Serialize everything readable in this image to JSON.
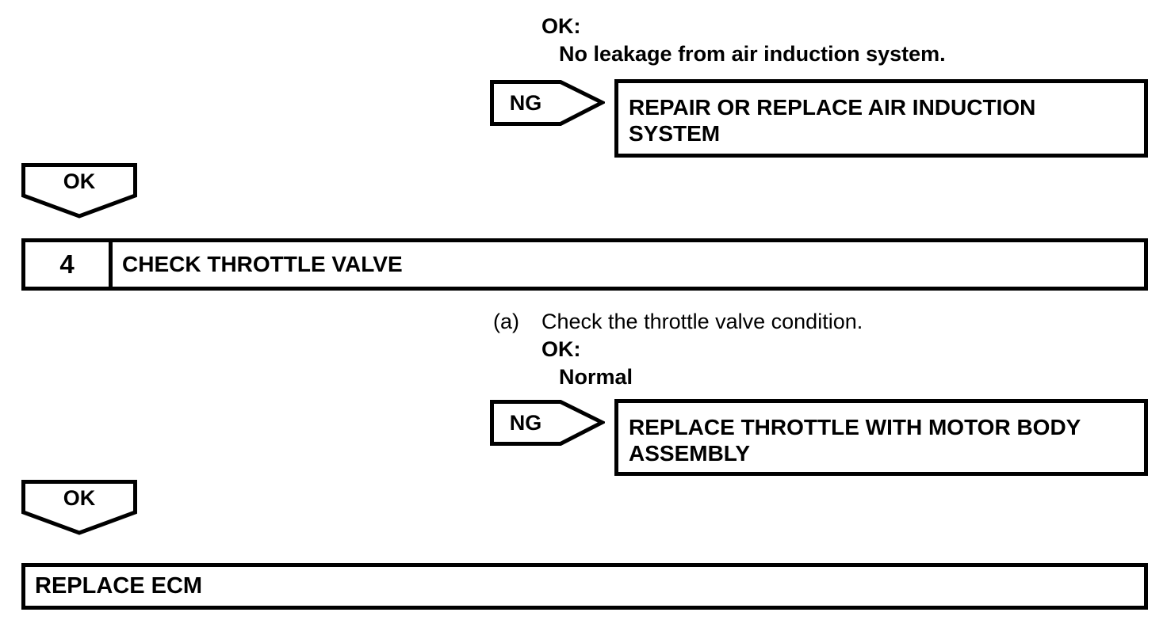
{
  "page": {
    "background": "#ffffff",
    "ink": "#000000"
  },
  "step3_result": {
    "ok_heading": "OK:",
    "ok_condition": "No leakage from air induction system.",
    "ng_connector_label": "NG",
    "ng_action_lines": [
      "REPAIR OR REPLACE AIR INDUCTION",
      "SYSTEM"
    ],
    "ok_connector_label": "OK"
  },
  "step4": {
    "number": "4",
    "title": "CHECK THROTTLE VALVE",
    "substep_marker": "(a)",
    "substep_text": "Check the throttle valve condition.",
    "ok_heading": "OK:",
    "ok_condition": "Normal",
    "ng_connector_label": "NG",
    "ng_action_lines": [
      "REPLACE THROTTLE WITH MOTOR BODY",
      "ASSEMBLY"
    ],
    "ok_connector_label": "OK"
  },
  "final_action": {
    "label": "REPLACE ECM"
  }
}
